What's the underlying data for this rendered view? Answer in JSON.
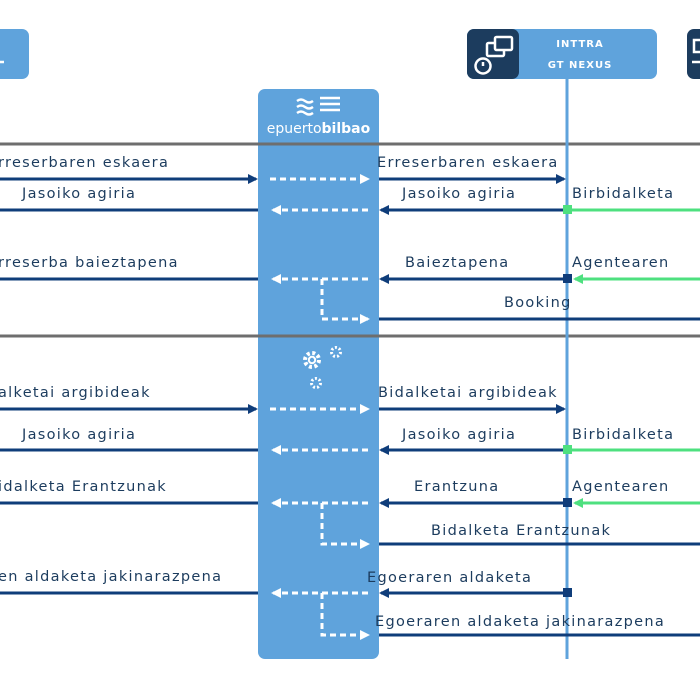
{
  "hub": {
    "logo_prefix": "epuerto",
    "logo_suffix": "bilbao"
  },
  "partner": {
    "line1": "INTTRA",
    "line2": "GT NEXUS"
  },
  "labels": {
    "l1": "rreserbaren eskaera",
    "l2": "Jasoiko agiria",
    "l3": "rreserba baieztapena",
    "l4": "alketai argibideak",
    "l5": "Jasoiko agiria",
    "l6": "idalketa Erantzunak",
    "l7": "en aldaketa jakinarazpena",
    "r1": "Erreserbaren eskaera",
    "r2": "Jasoiko agiria",
    "r3": "Baieztapena",
    "r4": "Booking",
    "r5": "Bidalketai argibideak",
    "r6": "Jasoiko agiria",
    "r7": "Erantzuna",
    "r8": "Bidalketa Erantzunak",
    "r9": "Egoeraren aldaketa",
    "r10": "Egoeraren aldaketa jakinarazpena",
    "g1": "Birbidalketa",
    "g2": "Agentearen",
    "g3": "Birbidalketa",
    "g4": "Agentearen"
  },
  "colors": {
    "hub_blue": "#5fa3dc",
    "navy_arrow": "#0f3d7a",
    "green_arrow": "#4ee07f",
    "divider": "#6e6e6e",
    "text": "#1c3c5e"
  }
}
